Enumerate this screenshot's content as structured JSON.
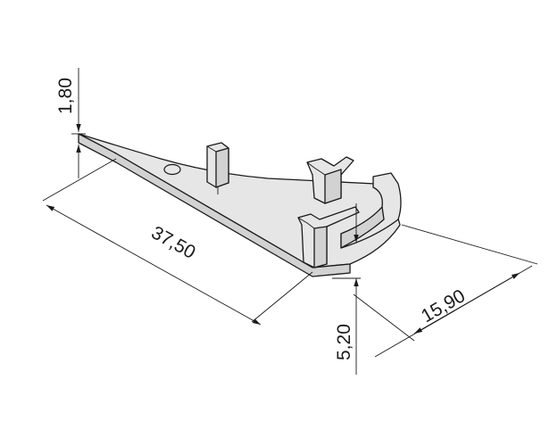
{
  "dimensions": {
    "length": "37,50",
    "width": "15,90",
    "height": "5,20",
    "thickness": "1,80"
  },
  "colors": {
    "line": "#1a1a1a",
    "part_fill": "#e6e6e6",
    "part_shade": "#d2d2d2",
    "background": "#ffffff"
  }
}
